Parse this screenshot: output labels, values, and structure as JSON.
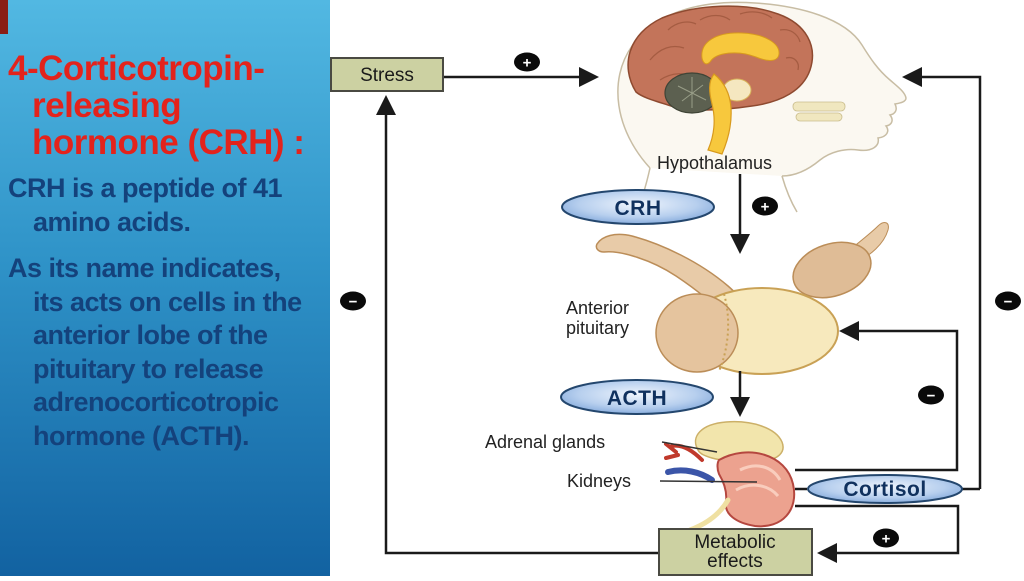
{
  "left_panel": {
    "title": {
      "line1": "4-Corticotropin-",
      "line2": "releasing",
      "line3": "hormone (CRH) :"
    },
    "paragraph1": {
      "line1": "CRH is a peptide of 41",
      "line2": "amino acids."
    },
    "paragraph2": {
      "line1": "As its name indicates,",
      "line2": "its acts on cells in the",
      "line3": "anterior lobe of the",
      "line4": "pituitary to release",
      "line5": "adrenocorticotropic",
      "line6": "hormone (ACTH)."
    },
    "colors": {
      "title_text": "#e3231c",
      "body_text": "#14427c",
      "background_top": "#52b8e2",
      "background_bottom": "#1262a1",
      "accent_strip": "#8a1d15"
    }
  },
  "diagram": {
    "boxes": {
      "stress": "Stress",
      "metabolic_line1": "Metabolic",
      "metabolic_line2": "effects"
    },
    "hormones": {
      "crh": "CRH",
      "acth": "ACTH",
      "cortisol": "Cortisol"
    },
    "labels": {
      "hypothalamus": "Hypothalamus",
      "anterior_pituitary_line1": "Anterior",
      "anterior_pituitary_line2": "pituitary",
      "adrenal_glands": "Adrenal glands",
      "kidneys": "Kidneys"
    },
    "signs": {
      "plus": "+",
      "minus": "−"
    },
    "colors": {
      "node_box_fill": "#ccd1a2",
      "node_box_stroke": "#4a4a42",
      "hormone_oval_stroke": "#24476e",
      "hormone_text": "#10315e",
      "flow_line": "#1a1a1a",
      "sign_fill": "#0a0a0a"
    }
  }
}
